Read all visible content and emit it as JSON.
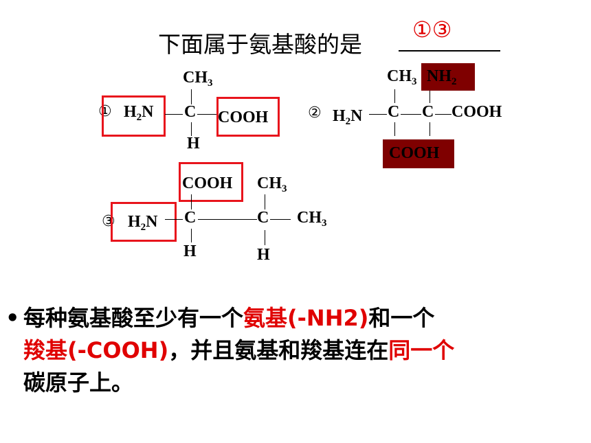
{
  "question": {
    "title": "下面属于氨基酸的是",
    "answer": "①③"
  },
  "molecule1": {
    "index": "①",
    "h2n_main": "H",
    "h2n_sub": "2",
    "h2n_end": "N",
    "ch3_main": "CH",
    "ch3_sub": "3",
    "carbon": "C",
    "hydrogen": "H",
    "cooh": "COOH"
  },
  "molecule2": {
    "index": "②",
    "h2n_main": "H",
    "h2n_sub": "2",
    "h2n_end": "N",
    "ch3_main": "CH",
    "ch3_sub": "3",
    "nh2_main": "NH",
    "nh2_sub": "2",
    "carbon_left": "C",
    "carbon_right": "C",
    "cooh_right": "COOH",
    "cooh_bottom": "COOH"
  },
  "molecule3": {
    "index": "③",
    "h2n_main": "H",
    "h2n_sub": "2",
    "h2n_end": "N",
    "cooh": "COOH",
    "ch3_top_main": "CH",
    "ch3_top_sub": "3",
    "ch3_right_main": "CH",
    "ch3_right_sub": "3",
    "carbon_left": "C",
    "carbon_right": "C",
    "hydrogen_left": "H",
    "hydrogen_right": "H"
  },
  "bullet": {
    "dot": "•",
    "part1": "每种氨基酸至少有一个",
    "amino": "氨基(-NH2)",
    "part2": "和一个",
    "carboxyl": "羧基(-COOH)",
    "part3": "，并且氨基和羧基连在",
    "same": "同一个",
    "part4": "碳原子上。"
  },
  "colors": {
    "highlight_red": "#e8141c",
    "text_red": "#e00000",
    "dark_box": "#7f0000"
  }
}
